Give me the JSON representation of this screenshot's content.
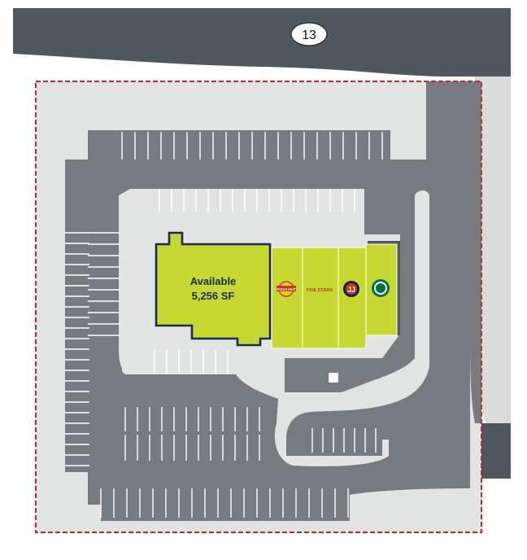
{
  "road": {
    "shield_label": "13"
  },
  "available_unit": {
    "line1": "Available",
    "line2": "5,256 SF"
  },
  "tenants": [
    {
      "name": "PIZZA HUT",
      "logo": "pizza-logo"
    },
    {
      "name": "FIVE STARS",
      "logo": "burger-logo"
    },
    {
      "name": "JIMMY JOHN'S",
      "logo": "jj-logo"
    },
    {
      "name": "STARBUCKS",
      "logo": "starbucks-logo"
    }
  ],
  "colors": {
    "road": "#4d585f",
    "asphalt": "#767b80",
    "sidewalk": "#e2e4e3",
    "tenant_fill": "#c6d930",
    "available_outline": "#1b2a5a",
    "property_line": "#d2202a"
  }
}
